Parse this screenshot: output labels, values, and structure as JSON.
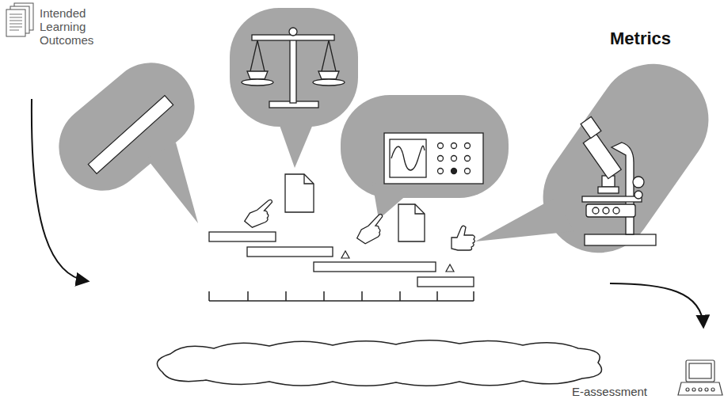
{
  "diagram": {
    "title": "Metrics",
    "labels": [
      "Intended Learning Outcomes",
      "E-assessment"
    ]
  }
}
